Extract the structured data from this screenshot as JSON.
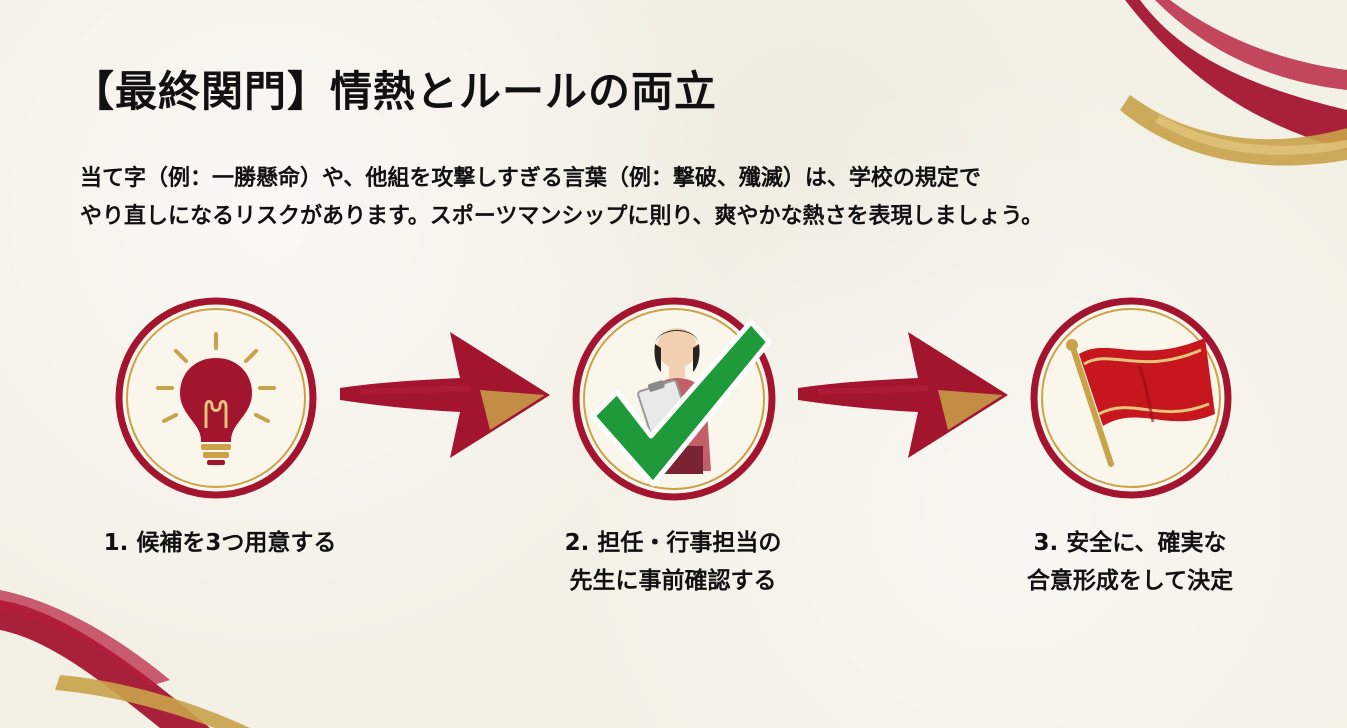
{
  "title": "【最終関門】情熱とルールの両立",
  "description": {
    "line1": "当て字（例：一勝懸命）や、他組を攻撃しすぎる言葉（例：撃破、殲滅）は、学校の規定で",
    "line2": "やり直しになるリスクがあります。スポーツマンシップに則り、爽やかな熱さを表現しましょう。"
  },
  "steps": [
    {
      "line1": "1. 候補を3つ用意する",
      "line2": "",
      "icon": "lightbulb-icon"
    },
    {
      "line1": "2. 担任・行事担当の",
      "line2": "先生に事前確認する",
      "icon": "teacher-checkmark-icon"
    },
    {
      "line1": "3. 安全に、確実な",
      "line2": "合意形成をして決定",
      "icon": "flag-icon"
    }
  ],
  "colors": {
    "crimson": "#a3142f",
    "gold": "#c9a24a",
    "check_green": "#1f9a3a",
    "background": "#f3f0e6"
  }
}
